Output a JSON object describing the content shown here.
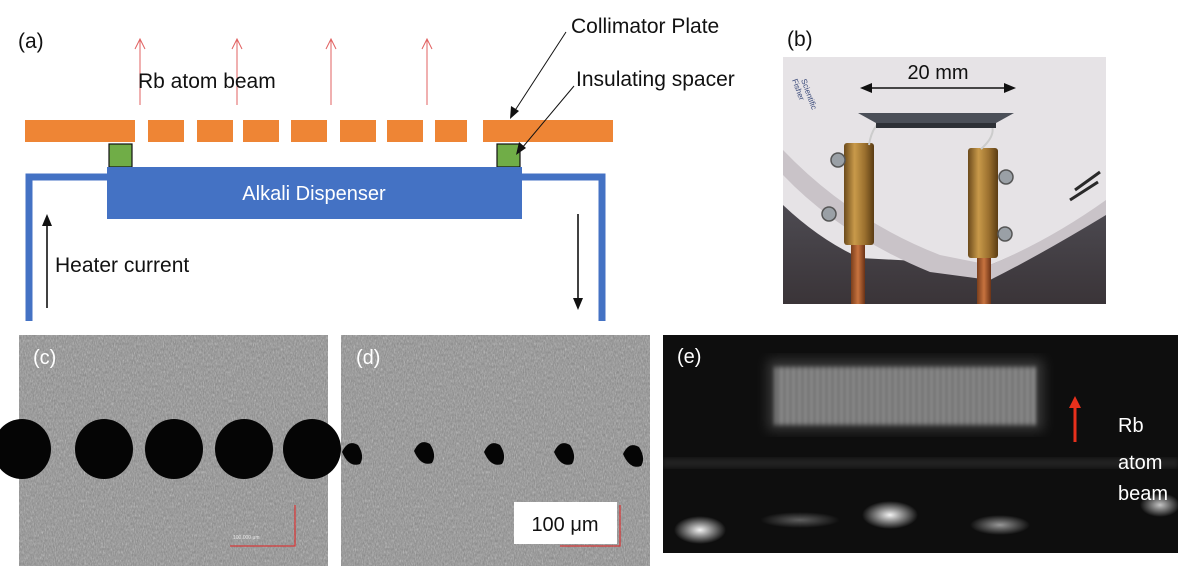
{
  "panel_a": {
    "label": "(a)",
    "beam_label": "Rb atom beam",
    "collimator_label": "Collimator Plate",
    "spacer_label": "Insulating spacer",
    "dispenser_label": "Alkali Dispenser",
    "heater_label": "Heater current"
  },
  "panel_b": {
    "label": "(b)",
    "dimension_label": "20 mm"
  },
  "panel_c": {
    "label": "(c)",
    "scalebar_text": "100.000 μm"
  },
  "panel_d": {
    "label": "(d)",
    "scalebar_text": "100 μm"
  },
  "panel_e": {
    "label": "(e)",
    "beam_label_lines": [
      "Rb",
      "atom",
      "beam"
    ]
  },
  "colors": {
    "collimator": "#ee8535",
    "dispenser": "#4472c4",
    "wire": "#4472c4",
    "spacer": "#70ad47",
    "beam_arrow": "#e06060",
    "scale_bar": "#d63a3a",
    "e_arrow": "#e8301c"
  }
}
